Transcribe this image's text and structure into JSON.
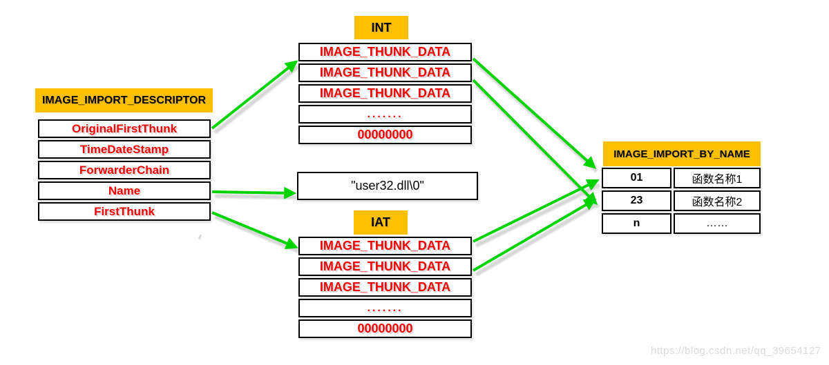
{
  "colors": {
    "heading_bg": "#FFC000",
    "data_red": "#F50000",
    "arrow_green": "#00D300",
    "border": "#000000",
    "watermark_gray": "#DADADA"
  },
  "descriptor": {
    "title": "IMAGE_IMPORT_DESCRIPTOR",
    "rows": [
      "OriginalFirstThunk",
      "TimeDateStamp",
      "ForwarderChain",
      "Name",
      "FirstThunk"
    ]
  },
  "int_table": {
    "title": "INT",
    "rows": [
      "IMAGE_THUNK_DATA",
      "IMAGE_THUNK_DATA",
      "IMAGE_THUNK_DATA",
      ".......",
      "00000000"
    ]
  },
  "iat_table": {
    "title": "IAT",
    "rows": [
      "IMAGE_THUNK_DATA",
      "IMAGE_THUNK_DATA",
      "IMAGE_THUNK_DATA",
      ".......",
      "00000000"
    ]
  },
  "dll_name_box": {
    "text": "\"user32.dll\\0\""
  },
  "by_name": {
    "title": "IMAGE_IMPORT_BY_NAME",
    "rows": [
      {
        "hint": "01",
        "name": "函数名称1"
      },
      {
        "hint": "23",
        "name": "函数名称2"
      },
      {
        "hint": "n",
        "name": "……"
      }
    ]
  },
  "watermark": "https://blog.csdn.net/qq_39654127"
}
